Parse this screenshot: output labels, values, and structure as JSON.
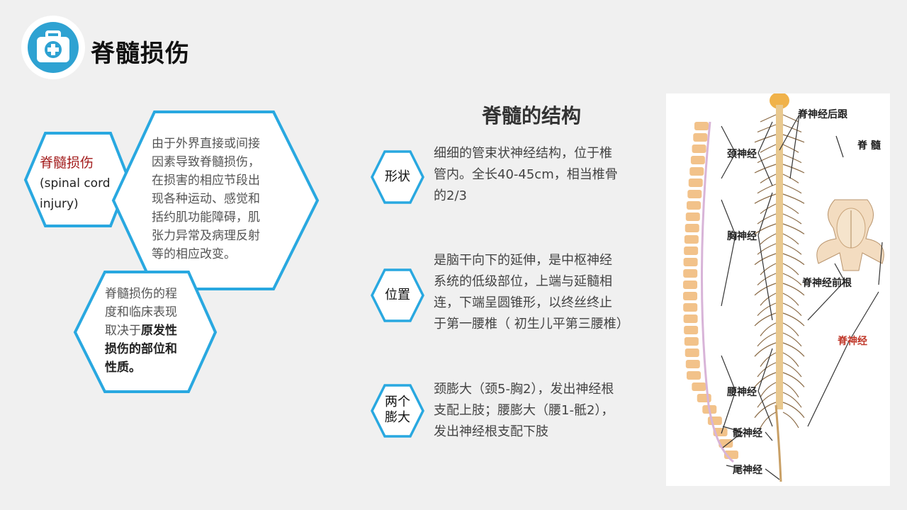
{
  "header": {
    "title": "脊髓损伤",
    "icon": "first-aid-kit-icon",
    "accent": "#2ea2d2"
  },
  "left": {
    "hex1": {
      "term": "脊髓损伤",
      "english_line1": "(spinal cord",
      "english_line2": "injury)"
    },
    "hex2": {
      "lines": [
        "由于外界直接或间接",
        "因素导致脊髓损伤，",
        "在损害的相应节段出",
        "现各种运动、感觉和",
        "括约肌功能障碍，肌",
        "张力异常及病理反射",
        "等的相应改变。"
      ]
    },
    "hex3": {
      "lines": [
        "脊髓损伤的程",
        "度和临床表现"
      ],
      "line3_prefix": "取决于",
      "line3_bold": "原发性",
      "bold_lines": [
        "损伤的部位和",
        "性质。"
      ]
    },
    "hex_border_color": "#29a8e0"
  },
  "section": {
    "title": "脊髓的结构"
  },
  "items": [
    {
      "label_lines": [
        "形状"
      ],
      "lines": [
        "细细的管束状神经结构，位于椎",
        "管内。全长40-45cm，相当椎骨",
        "的2/3"
      ]
    },
    {
      "label_lines": [
        "位置"
      ],
      "lines": [
        "是脑干向下的延伸，是中枢神经",
        "系统的低级部位，上端与延髓相",
        "连，下端呈圆锥形，以终丝终止",
        "于第一腰椎（ 初生儿平第三腰椎）"
      ]
    },
    {
      "label_lines": [
        "两个",
        "膨大"
      ],
      "lines": [
        "颈膨大（颈5-胸2），发出神经根",
        "支配上肢；腰膨大（腰1-骶2），",
        "发出神经根支配下肢"
      ]
    }
  ],
  "diagram": {
    "labels": {
      "cervical": "颈神经",
      "thoracic": "胸神经",
      "lumbar": "腰神经",
      "sacral": "骶神经",
      "coccygeal": "尾神经",
      "posterior_root": "脊神经后跟",
      "cord": "脊 髓",
      "anterior_root": "脊神经前根",
      "spinal_nerve": "脊神经"
    },
    "colors": {
      "vertebra": "#f2c28a",
      "nerve": "#8a6a45",
      "red_label": "#c0392b"
    }
  }
}
